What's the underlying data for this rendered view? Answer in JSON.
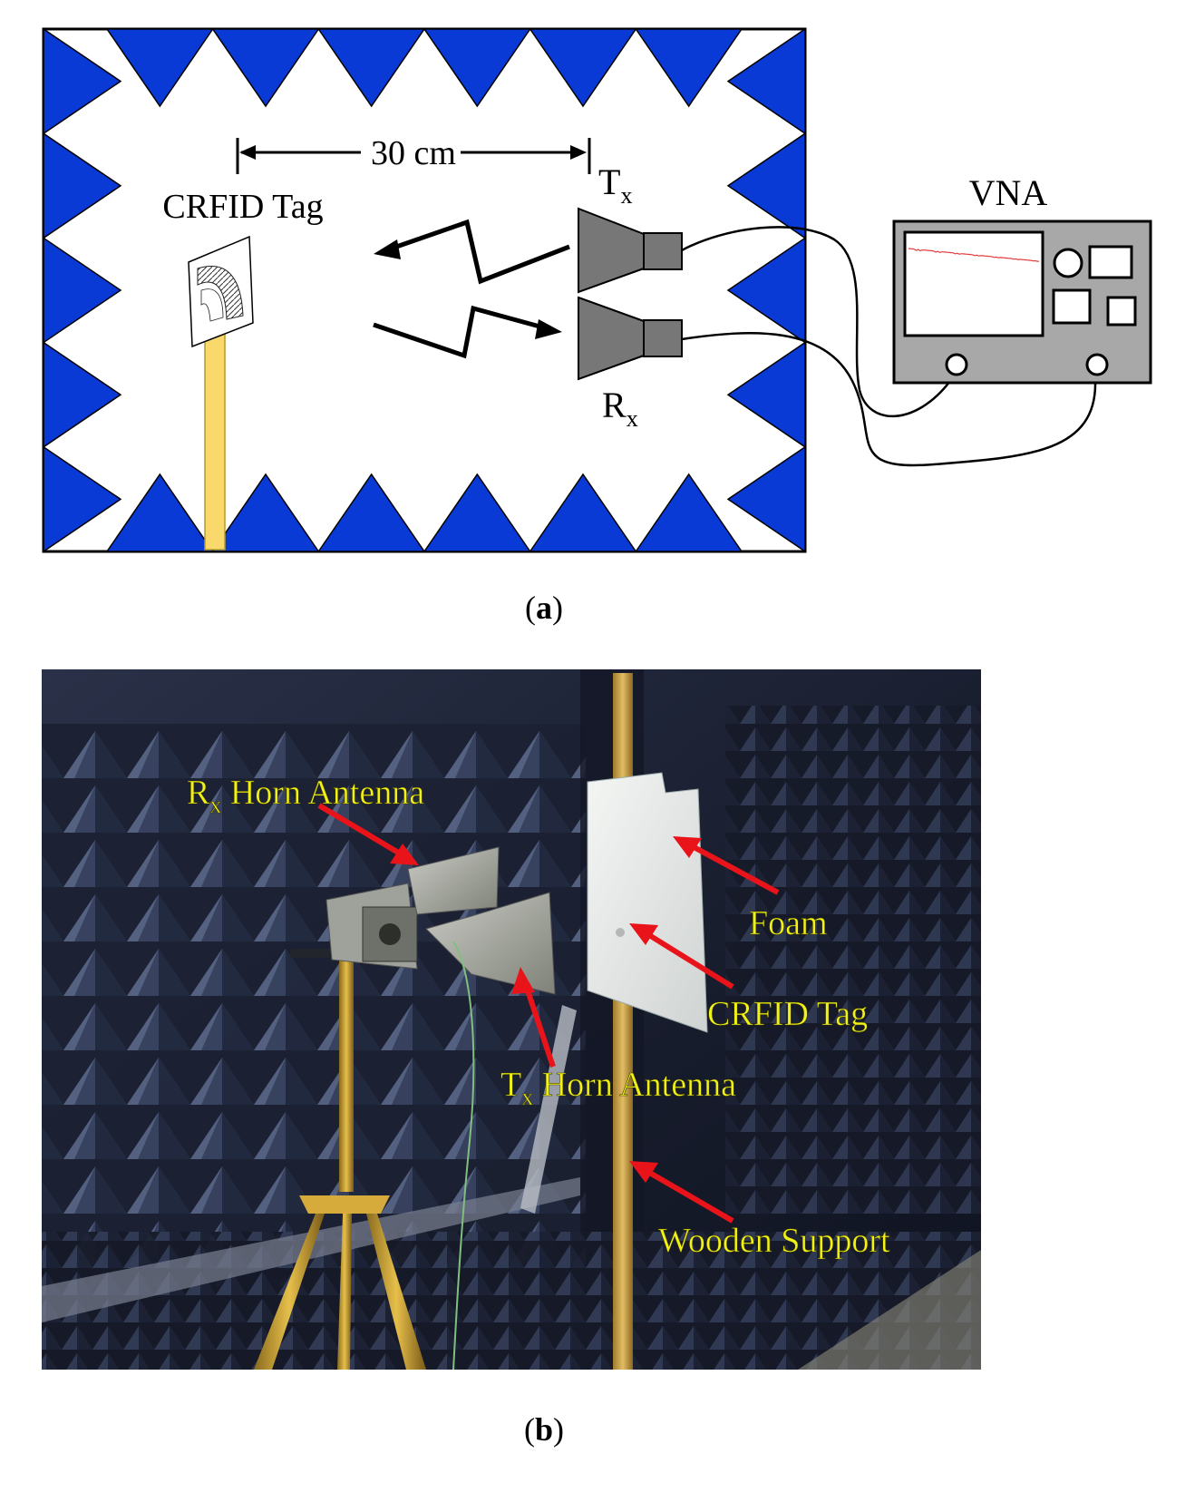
{
  "panel_a": {
    "distance_label": "30 cm",
    "tag_label": "CRFID Tag",
    "tx_label": {
      "main": "T",
      "sub": "x"
    },
    "rx_label": {
      "main": "R",
      "sub": "x"
    },
    "vna_label": "VNA",
    "caption": {
      "open": "(",
      "letter": "a",
      "close": ")"
    }
  },
  "panel_b": {
    "labels": {
      "rx_horn": {
        "main": "R",
        "sub": "x",
        "rest": " Horn Antenna"
      },
      "tx_horn": {
        "main": "T",
        "sub": "x",
        "rest": " Horn Antenna"
      },
      "foam": "Foam",
      "crfid_tag": "CRFID Tag",
      "wooden_support": "Wooden Support"
    },
    "caption": {
      "open": "(",
      "letter": "b",
      "close": ")"
    }
  },
  "colors": {
    "absorber_blue": "#0a3ad6",
    "horn_gray": "#777777",
    "wood_yellow": "#f9d96b",
    "trace_red": "#e23a3a",
    "photo_label_yellow": "#f2f21a",
    "arrow_red": "#e8141a",
    "chamber_dark": "#1b2032"
  }
}
